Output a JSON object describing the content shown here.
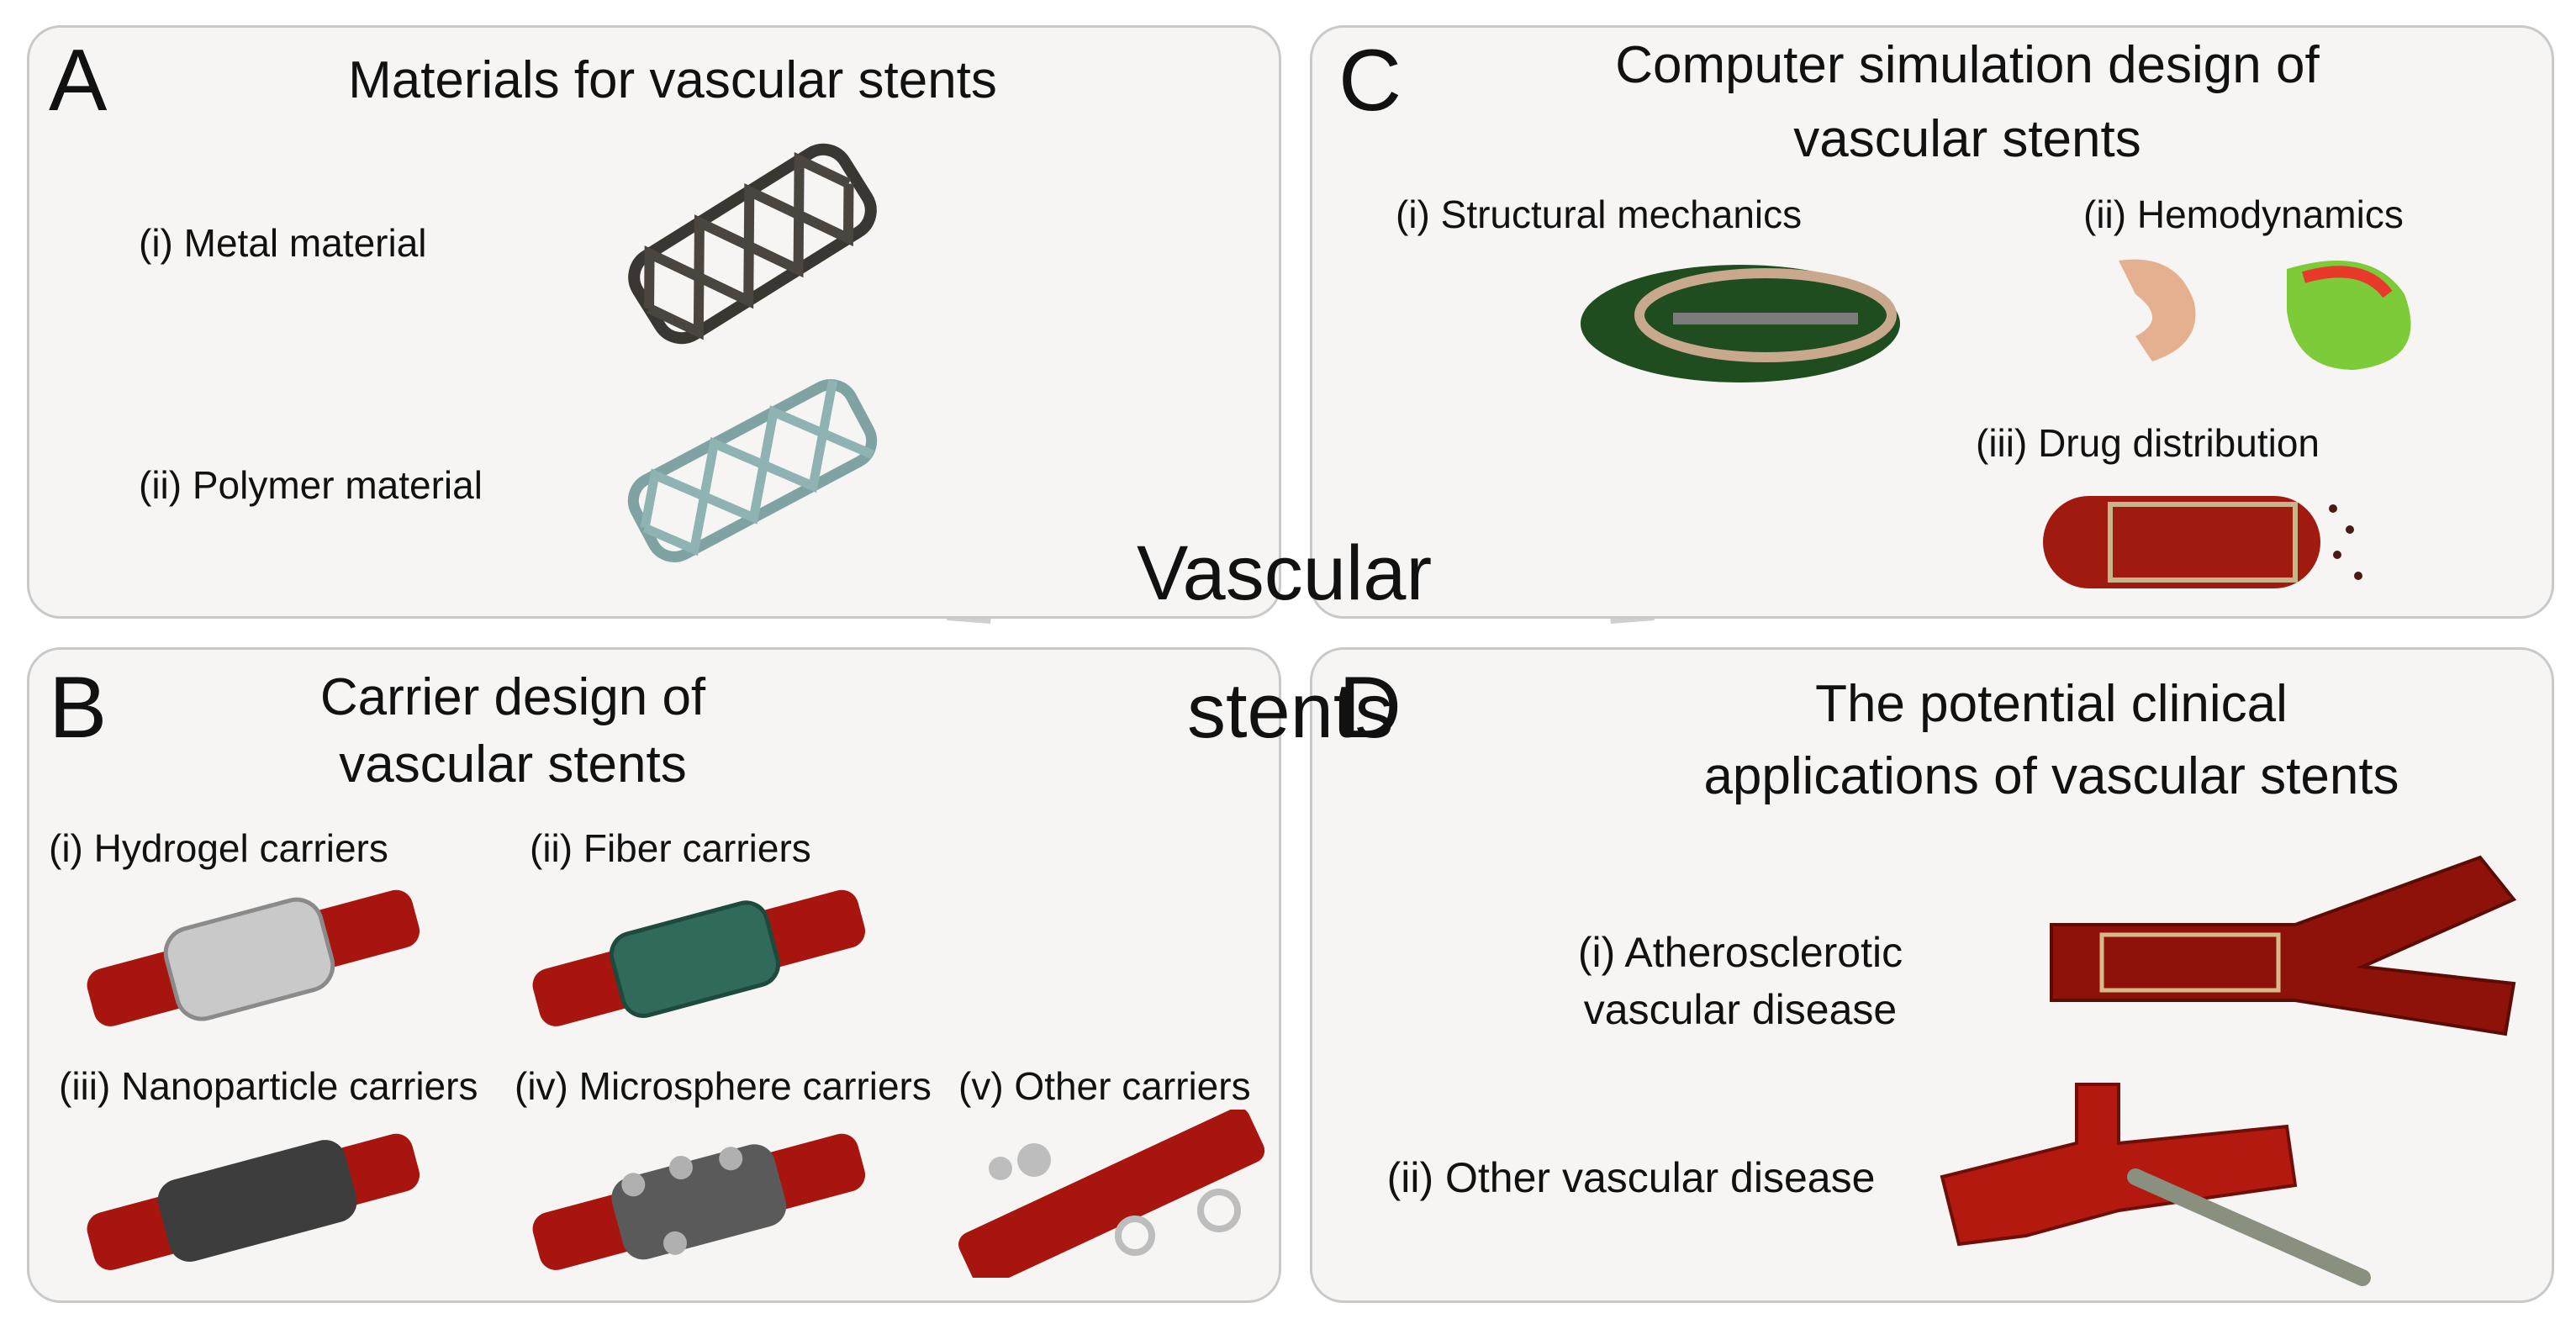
{
  "center": {
    "line1": "Vascular",
    "line2": "stents"
  },
  "panels": {
    "A": {
      "letter": "A",
      "title": "Materials for vascular stents",
      "items": [
        "(i)  Metal material",
        "(ii)  Polymer material"
      ]
    },
    "B": {
      "letter": "B",
      "title_line1": "Carrier design of",
      "title_line2": "vascular stents",
      "items": [
        "(i) Hydrogel carriers",
        "(ii) Fiber carriers",
        "(iii) Nanoparticle carriers",
        "(iv) Microsphere carriers",
        "(v) Other carriers"
      ]
    },
    "C": {
      "letter": "C",
      "title_line1": "Computer simulation design of",
      "title_line2": "vascular stents",
      "items": [
        "(i) Structural mechanics",
        "(ii) Hemodynamics",
        "(iii) Drug distribution"
      ]
    },
    "D": {
      "letter": "D",
      "title_line1": "The potential clinical",
      "title_line2": "applications of vascular stents",
      "item1_line1": "(i) Atherosclerotic",
      "item1_line2": "vascular disease",
      "item2": "(ii) Other vascular disease"
    }
  },
  "colors": {
    "panel_bg": "#f6f5f4",
    "panel_border": "#c9c9c9",
    "ring": "#cfcfcf",
    "vessel": "#b3170f",
    "metal_stent": "#3a3632",
    "polymer_stent": "#7fa3a3",
    "fiber": "#2f6a5a"
  }
}
